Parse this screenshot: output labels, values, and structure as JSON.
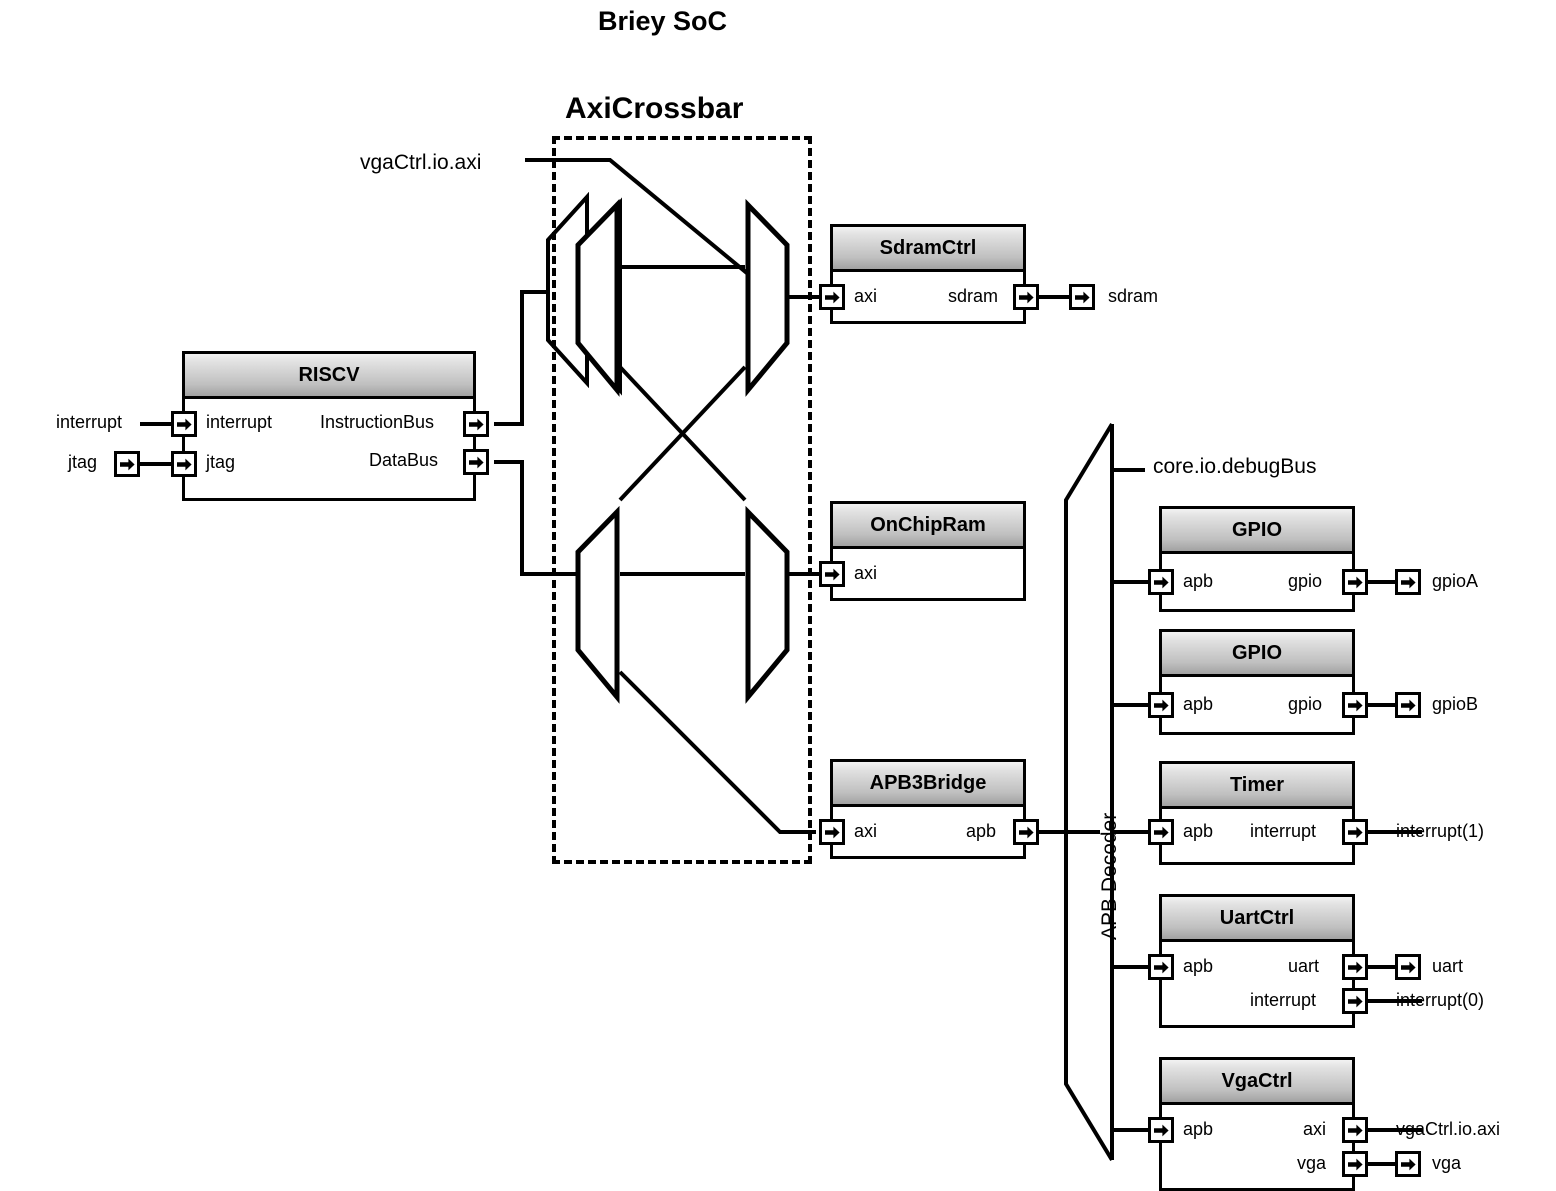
{
  "diagram": {
    "title": "Briey SoC",
    "crossbar_title": "AxiCrossbar",
    "decoder_label": "APB Decoder"
  },
  "external_labels": {
    "vga_axi_top": "vgaCtrl.io.axi",
    "debug_bus": "core.io.debugBus",
    "interrupt_in": "interrupt",
    "jtag_in": "jtag",
    "sdram_out": "sdram",
    "gpioA": "gpioA",
    "gpioB": "gpioB",
    "timer_interrupt": "interrupt(1)",
    "uart_out": "uart",
    "uart_interrupt": "interrupt(0)",
    "vga_axi_out": "vgaCtrl.io.axi",
    "vga_out": "vga"
  },
  "blocks": [
    {
      "id": "riscv",
      "title": "RISCV",
      "inputs": [
        {
          "name": "interrupt"
        },
        {
          "name": "jtag"
        }
      ],
      "outputs": [
        {
          "name": "InstructionBus"
        },
        {
          "name": "DataBus"
        }
      ]
    },
    {
      "id": "sdramctrl",
      "title": "SdramCtrl",
      "inputs": [
        {
          "name": "axi"
        }
      ],
      "outputs": [
        {
          "name": "sdram"
        }
      ]
    },
    {
      "id": "onchipram",
      "title": "OnChipRam",
      "inputs": [
        {
          "name": "axi"
        }
      ],
      "outputs": []
    },
    {
      "id": "apb3bridge",
      "title": "APB3Bridge",
      "inputs": [
        {
          "name": "axi"
        }
      ],
      "outputs": [
        {
          "name": "apb"
        }
      ]
    },
    {
      "id": "gpio_a",
      "title": "GPIO",
      "inputs": [
        {
          "name": "apb"
        }
      ],
      "outputs": [
        {
          "name": "gpio"
        }
      ]
    },
    {
      "id": "gpio_b",
      "title": "GPIO",
      "inputs": [
        {
          "name": "apb"
        }
      ],
      "outputs": [
        {
          "name": "gpio"
        }
      ]
    },
    {
      "id": "timer",
      "title": "Timer",
      "inputs": [
        {
          "name": "apb"
        }
      ],
      "outputs": [
        {
          "name": "interrupt"
        }
      ]
    },
    {
      "id": "uartctrl",
      "title": "UartCtrl",
      "inputs": [
        {
          "name": "apb"
        }
      ],
      "outputs": [
        {
          "name": "uart"
        },
        {
          "name": "interrupt"
        }
      ]
    },
    {
      "id": "vgactrl",
      "title": "VgaCtrl",
      "inputs": [
        {
          "name": "apb"
        }
      ],
      "outputs": [
        {
          "name": "axi"
        },
        {
          "name": "vga"
        }
      ]
    }
  ],
  "colors": {
    "line": "#000000",
    "block_fill": "#ffffff",
    "header_top": "#f2f2f2",
    "header_bottom": "#a2a2a2"
  },
  "icons": {
    "port": "port-arrow-icon"
  }
}
